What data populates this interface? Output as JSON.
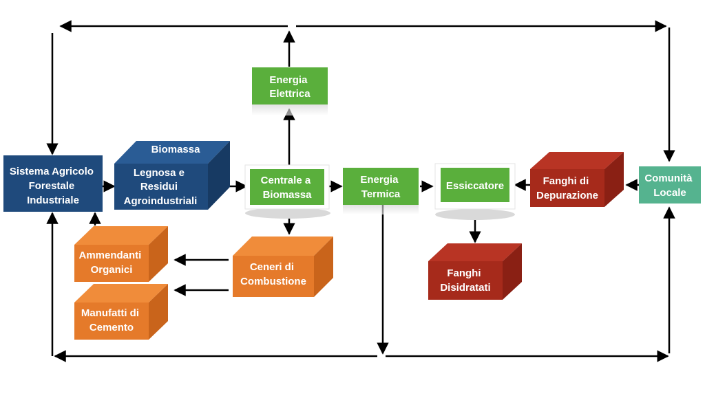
{
  "colors": {
    "blue": "#1f4a7c",
    "blue_top": "#2a5c95",
    "blue_side": "#173a63",
    "green": "#5aaf3c",
    "orange": "#e57a2a",
    "orange_top": "#f08c3a",
    "orange_side": "#c9641b",
    "red": "#a62a1b",
    "red_top": "#b83424",
    "red_side": "#8a2014",
    "teal": "#55b38f",
    "arrow": "#000000"
  },
  "nodes": {
    "sistema": [
      "Sistema Agricolo",
      "Forestale",
      "Industriale"
    ],
    "biomassa_top": "Biomassa",
    "biomassa": [
      "Legnosa e",
      "Residui",
      "Agroindustriali"
    ],
    "centrale": [
      "Centrale a",
      "Biomassa"
    ],
    "energia_elettrica": [
      "Energia",
      "Elettrica"
    ],
    "energia_termica": [
      "Energia",
      "Termica"
    ],
    "essiccatore": "Essiccatore",
    "fanghi_depurazione": [
      "Fanghi di",
      "Depurazione"
    ],
    "comunita": [
      "Comunità",
      "Locale"
    ],
    "ceneri": [
      "Ceneri di",
      "Combustione"
    ],
    "ammendanti": [
      "Ammendanti",
      "Organici"
    ],
    "manufatti": [
      "Manufatti di",
      "Cemento"
    ],
    "fanghi_disidratati": [
      "Fanghi",
      "Disidratati"
    ]
  }
}
